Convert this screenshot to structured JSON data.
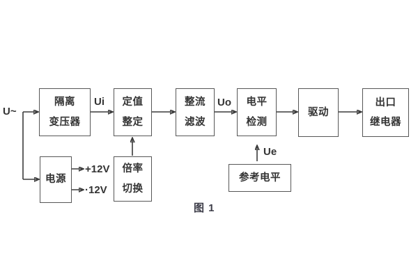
{
  "figure": {
    "caption": "图 1",
    "background_color": "#ffffff",
    "line_color": "#3a3a3a",
    "text_color": "#333333"
  },
  "blocks": {
    "isolation_transformer": {
      "lines": [
        "隔离",
        "变压器"
      ]
    },
    "setpoint_setting": {
      "lines": [
        "定值",
        "整定"
      ]
    },
    "rectifier_filter": {
      "lines": [
        "整流",
        "滤波"
      ]
    },
    "level_detection": {
      "lines": [
        "电平",
        "检测"
      ]
    },
    "drive": {
      "lines": [
        "驱动"
      ]
    },
    "output_relay": {
      "lines": [
        "出口",
        "继电器"
      ]
    },
    "power_supply": {
      "lines": [
        "电源"
      ]
    },
    "rate_switch": {
      "lines": [
        "倍率",
        "切换"
      ]
    },
    "reference_level": {
      "lines": [
        "参考电平"
      ]
    }
  },
  "labels": {
    "input": "U~",
    "ui": "Ui",
    "uo": "Uo",
    "ue": "Ue",
    "plus_12v": "+12V",
    "minus_12v": "·12V"
  }
}
